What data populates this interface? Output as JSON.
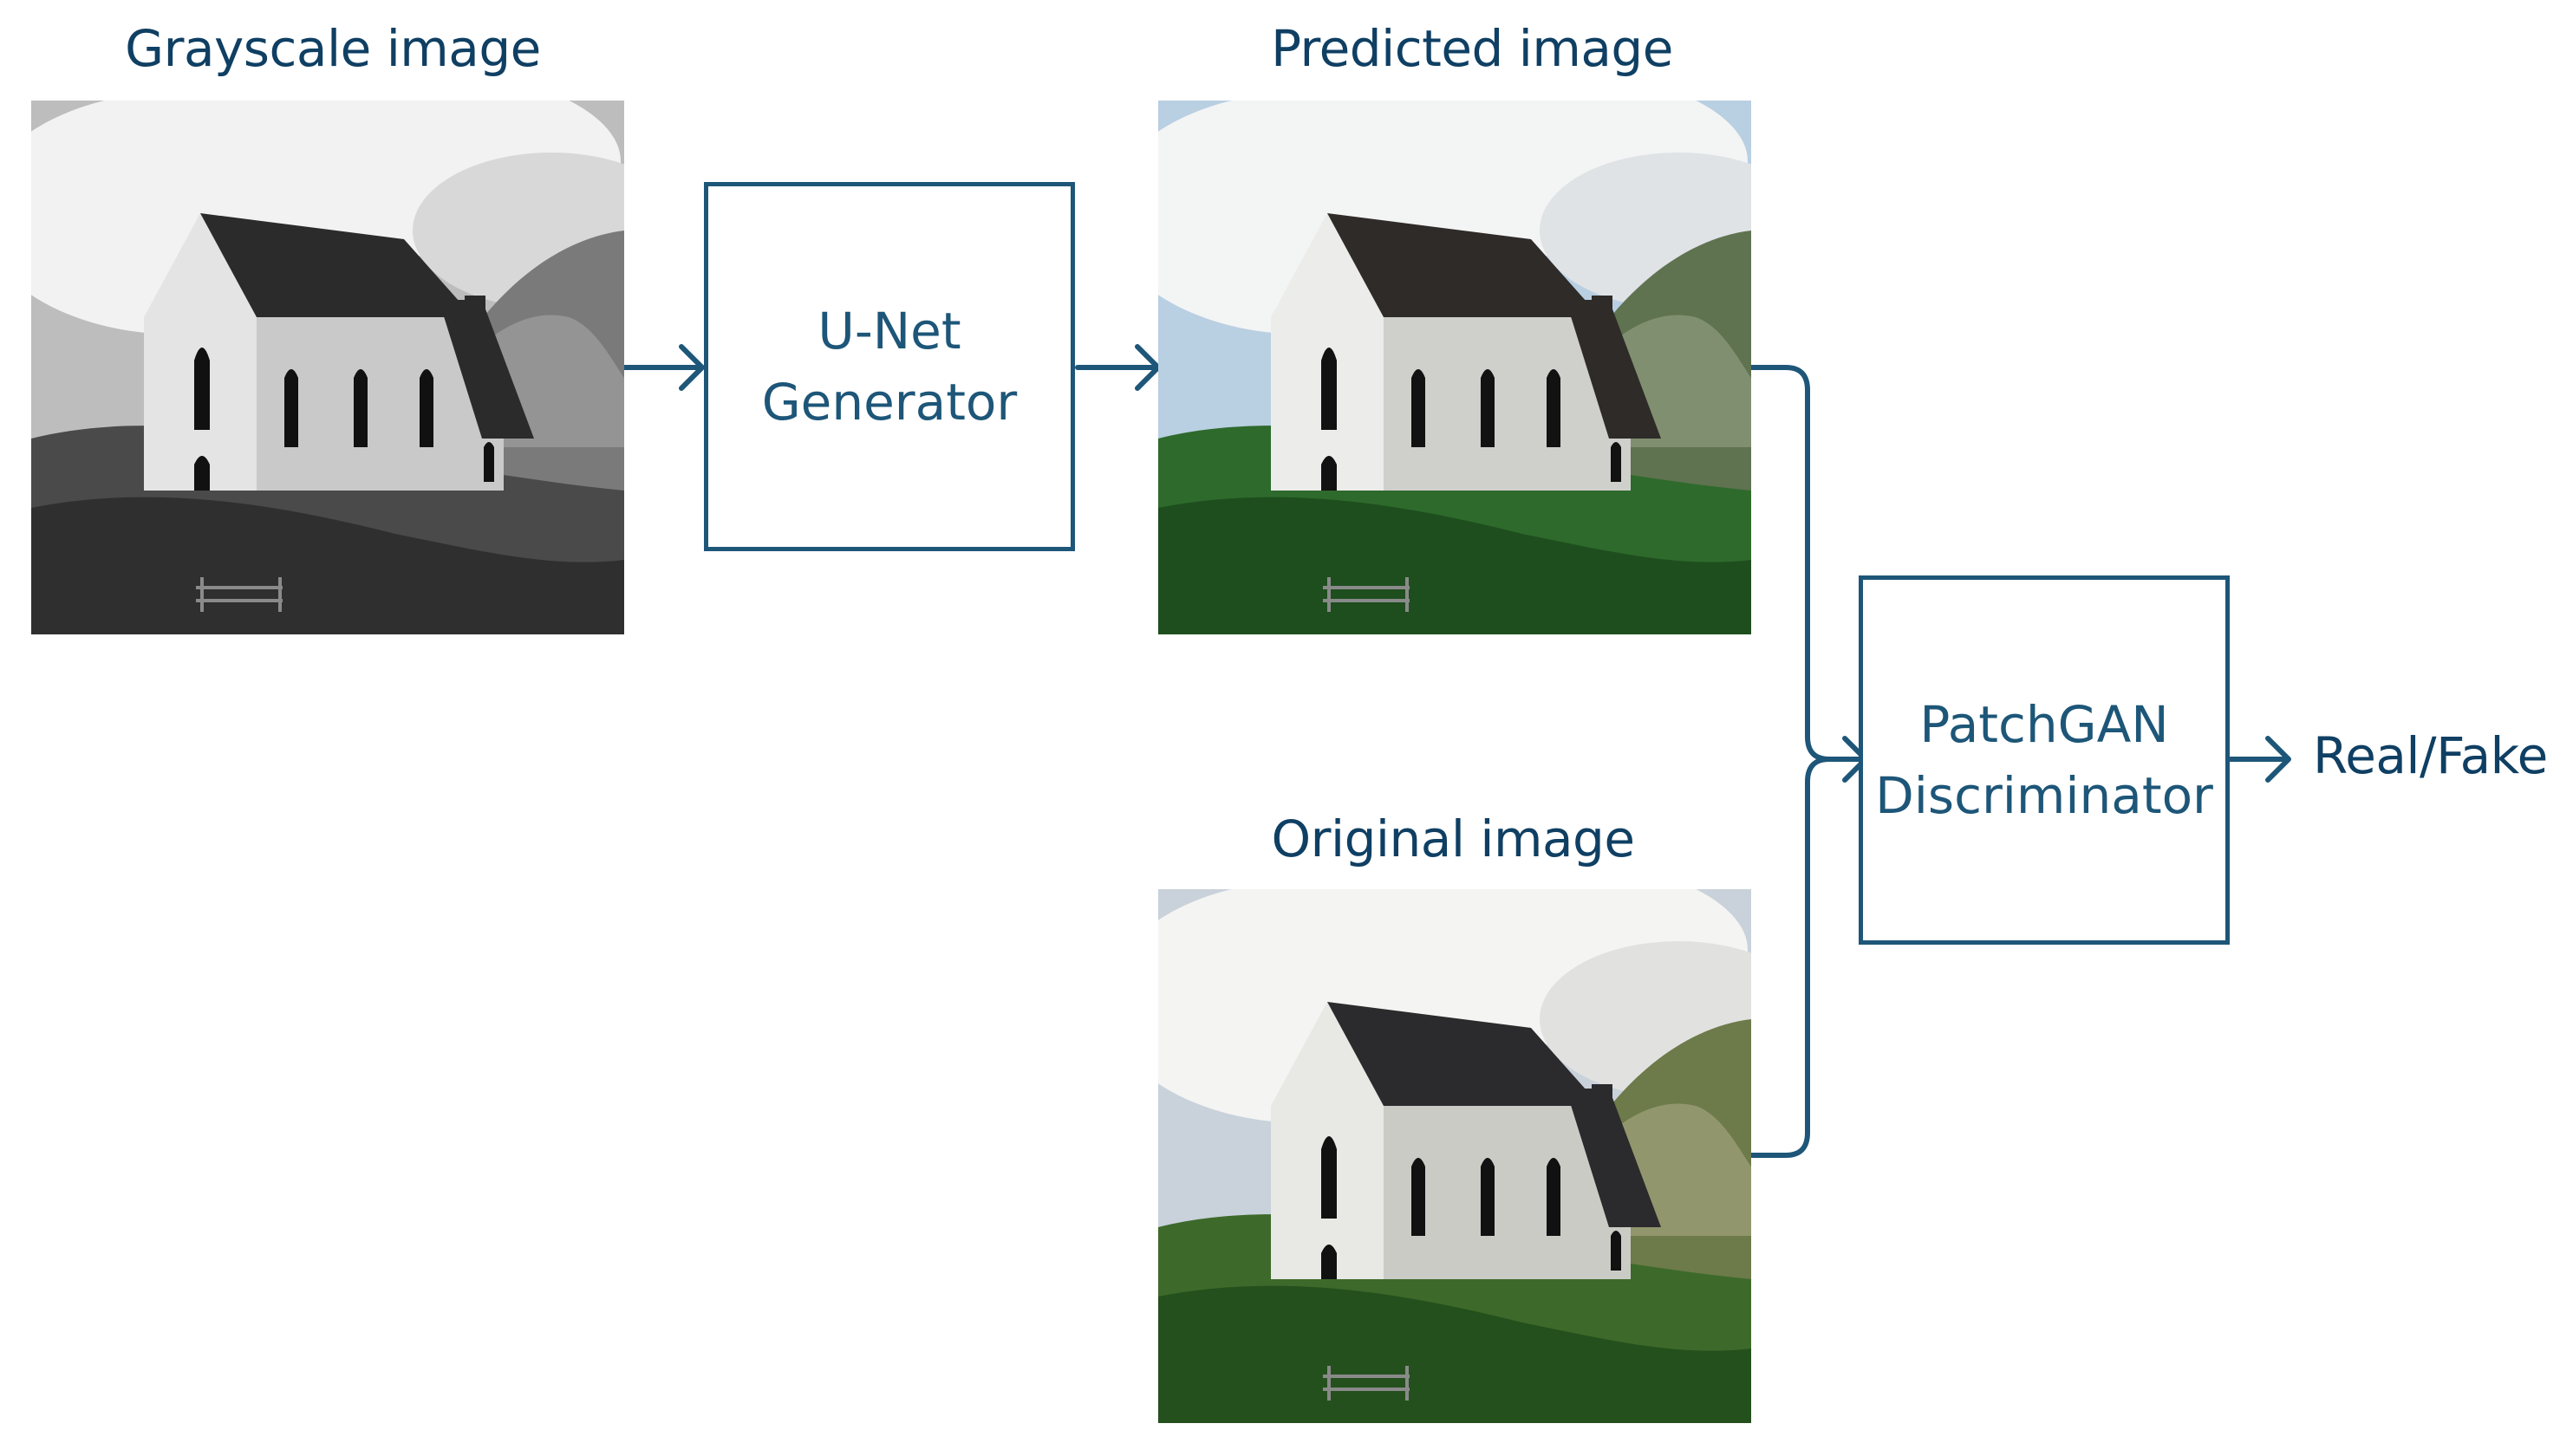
{
  "labels": {
    "grayscale": "Grayscale image",
    "predicted": "Predicted image",
    "original": "Original image",
    "output": "Real/Fake"
  },
  "generator": {
    "line1": "U-Net",
    "line2": "Generator"
  },
  "discriminator": {
    "line1": "PatchGAN",
    "line2": "Discriminator"
  },
  "colors": {
    "accent": "#1d5678",
    "text": "#0f3f63"
  }
}
